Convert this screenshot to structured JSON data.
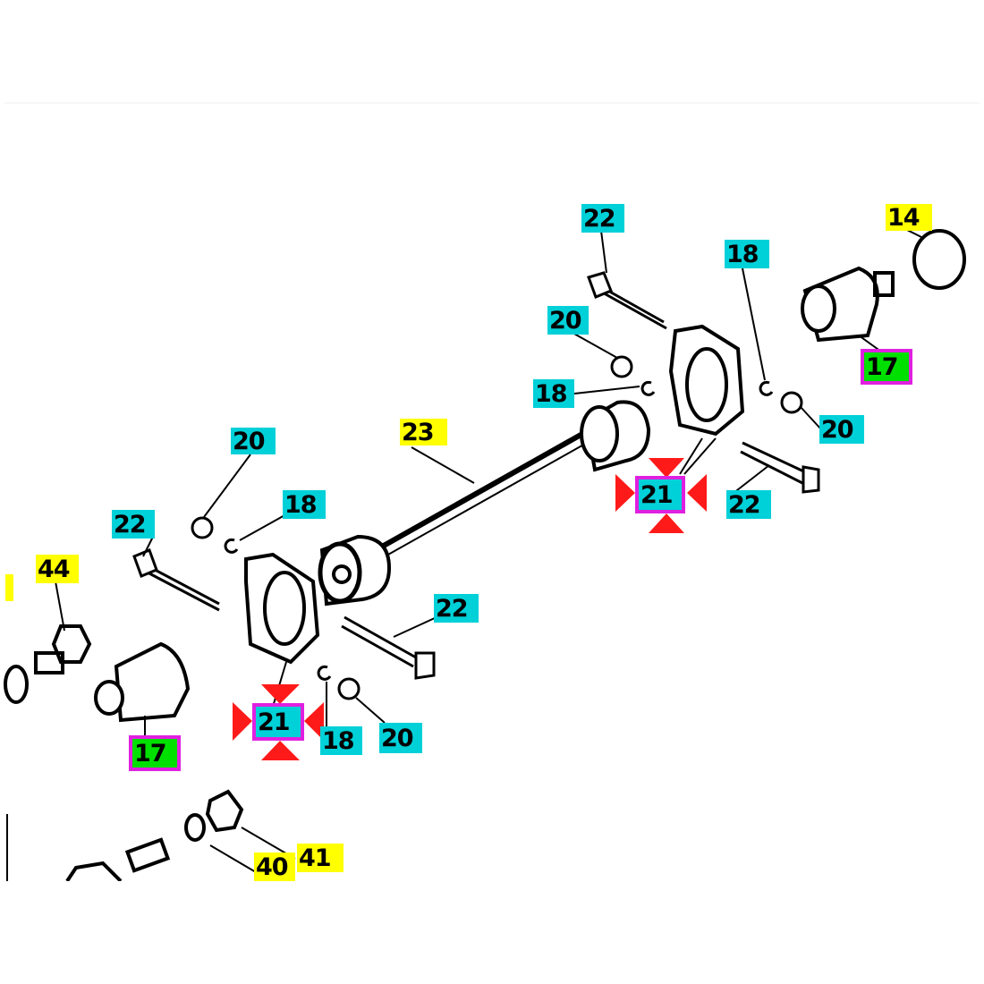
{
  "diagram": {
    "type": "exploded-parts-diagram",
    "callouts": [
      {
        "id": "c22a",
        "text": "22",
        "color": "cyan"
      },
      {
        "id": "c14",
        "text": "14",
        "color": "yellow"
      },
      {
        "id": "c18a",
        "text": "18",
        "color": "cyan"
      },
      {
        "id": "c20a",
        "text": "20",
        "color": "cyan"
      },
      {
        "id": "c17a",
        "text": "17",
        "color": "green",
        "highlighted": true
      },
      {
        "id": "c18b",
        "text": "18",
        "color": "cyan"
      },
      {
        "id": "c20b",
        "text": "20",
        "color": "cyan"
      },
      {
        "id": "c23",
        "text": "23",
        "color": "yellow"
      },
      {
        "id": "c21a",
        "text": "21",
        "color": "cyan",
        "selected": true
      },
      {
        "id": "c22b",
        "text": "22",
        "color": "cyan"
      },
      {
        "id": "c20c",
        "text": "20",
        "color": "cyan"
      },
      {
        "id": "c18c",
        "text": "18",
        "color": "cyan"
      },
      {
        "id": "c22c",
        "text": "22",
        "color": "cyan"
      },
      {
        "id": "c44",
        "text": "44",
        "color": "yellow"
      },
      {
        "id": "c22d",
        "text": "22",
        "color": "cyan"
      },
      {
        "id": "c21b",
        "text": "21",
        "color": "cyan",
        "selected": true
      },
      {
        "id": "c18d",
        "text": "18",
        "color": "cyan"
      },
      {
        "id": "c20d",
        "text": "20",
        "color": "cyan"
      },
      {
        "id": "c17b",
        "text": "17",
        "color": "green",
        "highlighted": true
      },
      {
        "id": "c41",
        "text": "41",
        "color": "yellow"
      },
      {
        "id": "c40",
        "text": "40",
        "color": "yellow"
      }
    ],
    "colors": {
      "cyan": "#00d0d8",
      "yellow": "#ffff00",
      "green": "#00e000",
      "highlight_border": "#e020e0",
      "selection_marker": "#ff1a1a"
    }
  }
}
